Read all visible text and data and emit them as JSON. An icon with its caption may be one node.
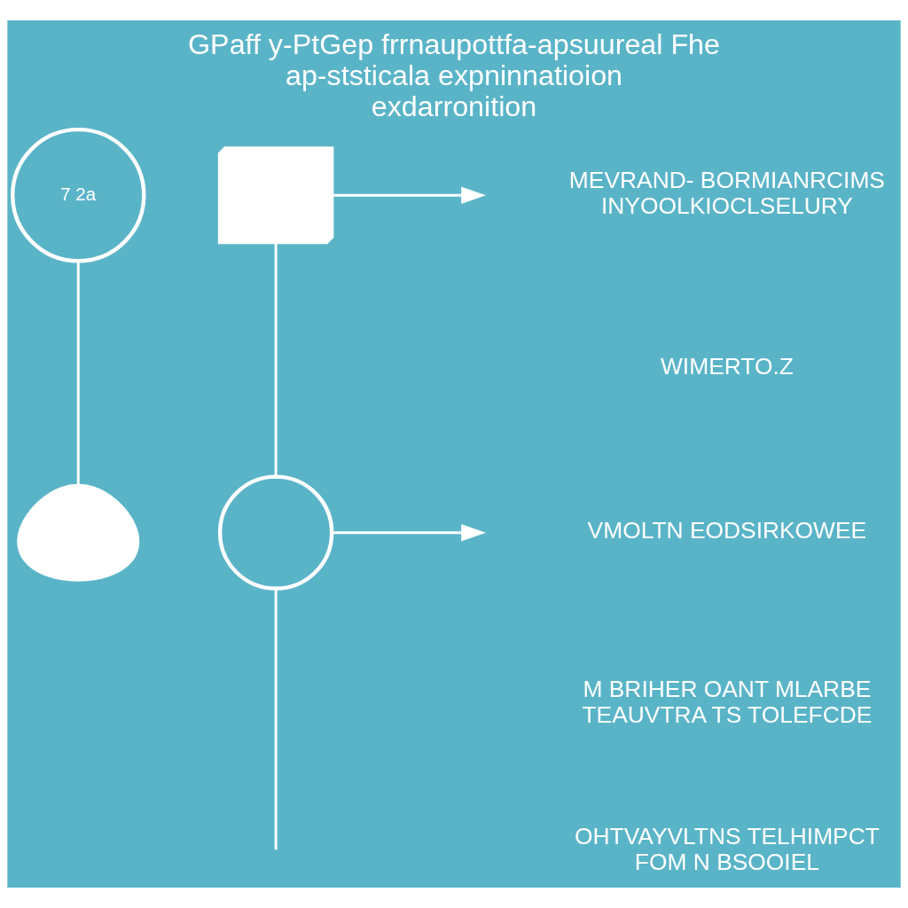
{
  "diagram": {
    "title": "GPaff y-PtGep frrnaupottfa-apsuureal Fhe ap-ststicala expninnatioion exdarronition",
    "nodes": [
      {
        "text": [
          "7 2a"
        ]
      },
      {
        "text": [],
        "shape": "picture"
      },
      {
        "text": [],
        "shape": "circle"
      },
      {
        "text": [],
        "shape": "person"
      }
    ],
    "edges": [
      {
        "from": 0,
        "to": 3,
        "arrow": "none"
      },
      {
        "from": 1,
        "to": null,
        "arrow": "to"
      },
      {
        "from": 1,
        "to": 2,
        "arrow": "none"
      },
      {
        "from": 2,
        "to": null,
        "arrow": "none"
      },
      {
        "from": 2,
        "to": null,
        "arrow": "to"
      }
    ],
    "labels": [
      "MEVRAND- BORMIANRCIMS INYOOLKIOCLSELURY",
      "WIMERTO.Z",
      "VMOLTN EODSIRKOWEE",
      "M BRIHER OANT MLARBE TEAUVTRA TS TOLEFCDE",
      "OHTVAYVLTNS TELHIMPCT FOM N BSOOIEL"
    ]
  }
}
